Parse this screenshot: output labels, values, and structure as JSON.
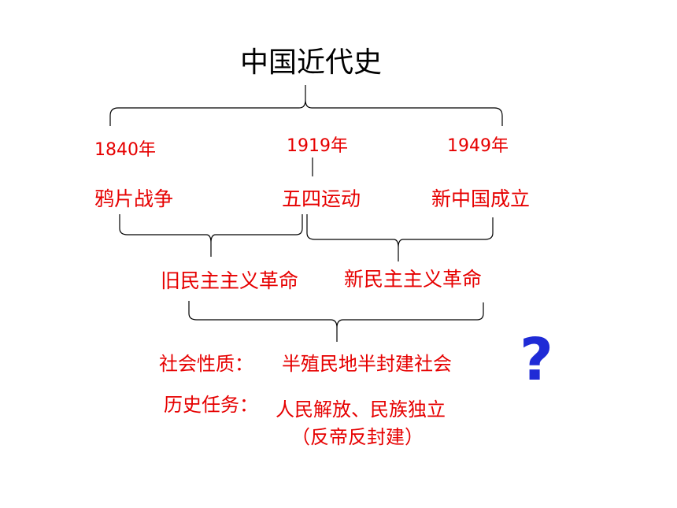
{
  "title": "中国近代史",
  "timeline": [
    {
      "year": "1840年",
      "event": "鸦片战争"
    },
    {
      "year": "1919年",
      "event": "五四运动"
    },
    {
      "year": "1949年",
      "event": "新中国成立"
    }
  ],
  "revolutions": {
    "old": "旧民主主义革命",
    "new": "新民主主义革命"
  },
  "nature": {
    "label": "社会性质：",
    "value": "半殖民地半封建社会"
  },
  "task": {
    "label": "历史任务：",
    "value_line1": "人民解放、民族独立",
    "value_line2": "（反帝反封建）"
  },
  "question_mark": "?",
  "colors": {
    "text_red": "#e60000",
    "question_blue": "#1f2bd6",
    "lines": "#000000"
  }
}
